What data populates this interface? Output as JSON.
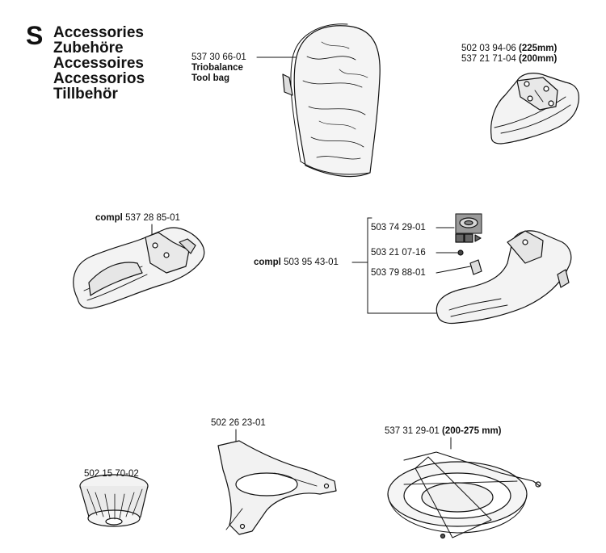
{
  "section": {
    "letter": "S",
    "titles": [
      "Accessories",
      "Zubehöre",
      "Accessoires",
      "Accessorios",
      "Tillbehör"
    ]
  },
  "parts": {
    "tool_bag": {
      "number": "537 30 66-01",
      "name_line1": "Triobalance",
      "name_line2": "Tool bag"
    },
    "guard_top_right": {
      "number_a": "502 03 94-06",
      "size_a": "(225mm)",
      "number_b": "537 21 71-04",
      "size_b": "(200mm)"
    },
    "guard_mid_left": {
      "prefix": "compl",
      "number": "537 28 85-01"
    },
    "guard_mid_right": {
      "prefix": "compl",
      "number": "503 95 43-01",
      "sub_parts": [
        "503 74 29-01",
        "503 21 07-16",
        "503 79 88-01"
      ]
    },
    "cup": {
      "number": "502 15 70-02"
    },
    "plate": {
      "number": "502 26 23-01"
    },
    "harness_guard": {
      "number": "537 31 29-01",
      "size": "(200-275 mm)"
    }
  }
}
